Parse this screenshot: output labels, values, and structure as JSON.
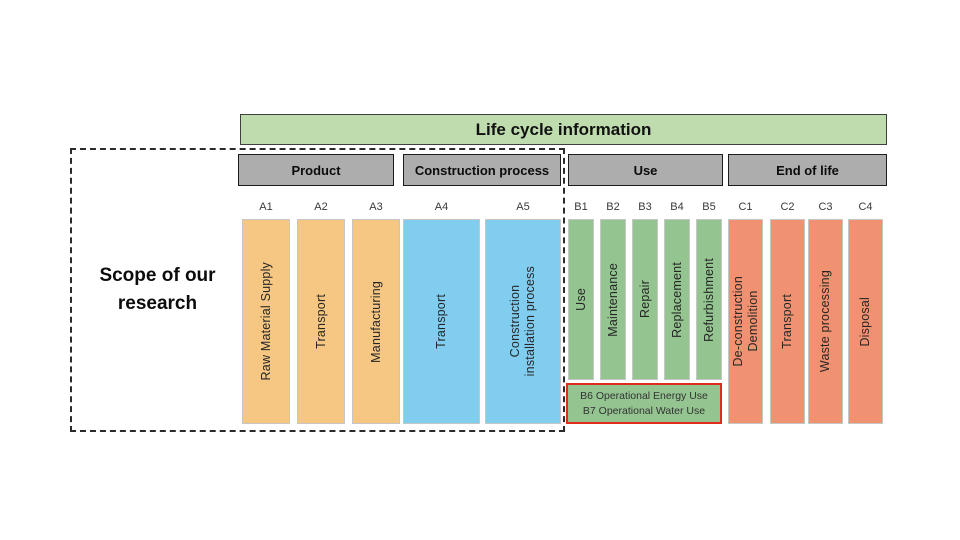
{
  "banner": {
    "title": "Life cycle information"
  },
  "scope": {
    "label": "Scope of our research"
  },
  "groups": [
    {
      "label": "Product"
    },
    {
      "label": "Construction process"
    },
    {
      "label": "Use"
    },
    {
      "label": "End of life"
    }
  ],
  "stages": [
    {
      "code": "A1",
      "label": "Raw Material Supply",
      "group": "Product"
    },
    {
      "code": "A2",
      "label": "Transport",
      "group": "Product"
    },
    {
      "code": "A3",
      "label": "Manufacturing",
      "group": "Product"
    },
    {
      "code": "A4",
      "label": "Transport",
      "group": "Construction process"
    },
    {
      "code": "A5",
      "label": "Construction\ninstallation process",
      "group": "Construction process"
    },
    {
      "code": "B1",
      "label": "Use",
      "group": "Use"
    },
    {
      "code": "B2",
      "label": "Maintenance",
      "group": "Use"
    },
    {
      "code": "B3",
      "label": "Repair",
      "group": "Use"
    },
    {
      "code": "B4",
      "label": "Replacement",
      "group": "Use"
    },
    {
      "code": "B5",
      "label": "Refurbishment",
      "group": "Use"
    },
    {
      "code": "C1",
      "label": "De-construction\nDemolition",
      "group": "End of life"
    },
    {
      "code": "C2",
      "label": "Transport",
      "group": "End of life"
    },
    {
      "code": "C3",
      "label": "Waste processing",
      "group": "End of life"
    },
    {
      "code": "C4",
      "label": "Disposal",
      "group": "End of life"
    }
  ],
  "note": {
    "line1": "B6 Operational Energy Use",
    "line2": "B7 Operational Water Use"
  },
  "colors": {
    "banner_green": "#BFDCAE",
    "header_gray": "#ADADAD",
    "product_orange": "#F6C782",
    "construction_blue": "#80CDF0",
    "use_green": "#94C490",
    "end_of_life_salmon": "#F09272",
    "note_border_red": "#E02B1B"
  }
}
